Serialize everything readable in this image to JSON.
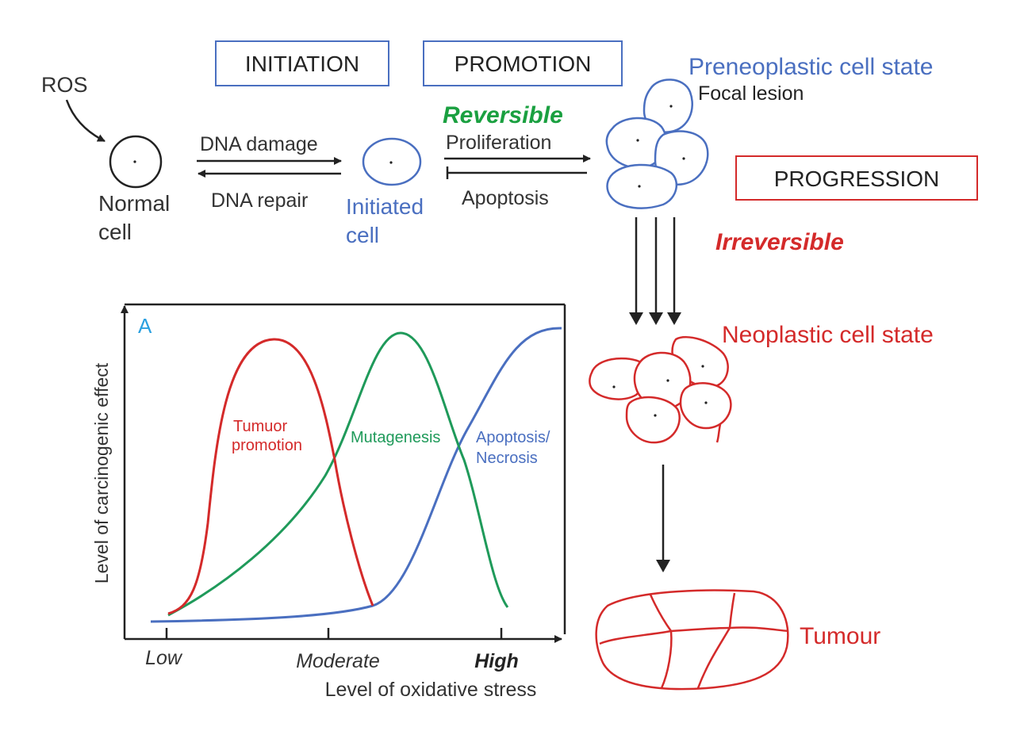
{
  "stages": {
    "initiation": "INITIATION",
    "promotion": "PROMOTION",
    "progression": "PROGRESSION"
  },
  "top": {
    "ros": "ROS",
    "normal_cell_line1": "Normal",
    "normal_cell_line2": "cell",
    "dna_damage": "DNA damage",
    "dna_repair": "DNA repair",
    "initiated_cell_line1": "Initiated",
    "initiated_cell_line2": "cell",
    "reversible": "Reversible",
    "proliferation": "Proliferation",
    "apoptosis": "Apoptosis",
    "preneoplastic": "Preneoplastic cell state",
    "focal_lesion": "Focal lesion",
    "irreversible": "Irreversible",
    "neoplastic": "Neoplastic cell state",
    "tumour": "Tumour"
  },
  "graph": {
    "panel_letter": "A",
    "ylabel": "Level of carcinogenic effect",
    "xlabel": "Level of oxidative stress",
    "ticks": [
      "Low",
      "Moderate",
      "High"
    ],
    "curve_labels": {
      "tumour_line1": "Tumuor",
      "tumour_line2": "promotion",
      "mutagenesis": "Mutagenesis",
      "apoptosis_line1": "Apoptosis/",
      "apoptosis_line2": "Necrosis"
    }
  },
  "colors": {
    "blue": "#4a6fc0",
    "red": "#d42a2a",
    "green": "#1f9a5a",
    "green_text": "#1aa040",
    "black": "#222222",
    "panel_letter": "#2aa0e0"
  }
}
